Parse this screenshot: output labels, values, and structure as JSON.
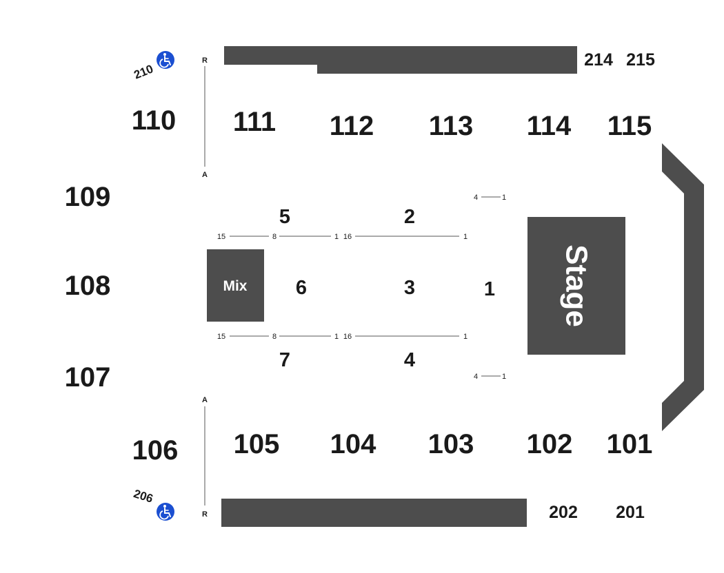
{
  "stage": {
    "label": "Stage"
  },
  "mix": {
    "label": "Mix"
  },
  "sections_lower": {
    "s101": "101",
    "s102": "102",
    "s103": "103",
    "s104": "104",
    "s105": "105",
    "s106": "106",
    "s107": "107",
    "s108": "108",
    "s109": "109",
    "s110": "110",
    "s111": "111",
    "s112": "112",
    "s113": "113",
    "s114": "114",
    "s115": "115"
  },
  "sections_upper": {
    "s201": "201",
    "s202": "202",
    "s206": "206",
    "s210": "210",
    "s214": "214",
    "s215": "215"
  },
  "floor_sections": {
    "f1": "1",
    "f2": "2",
    "f3": "3",
    "f4": "4",
    "f5": "5",
    "f6": "6",
    "f7": "7"
  },
  "seat_numbers": {
    "n15": "15",
    "n8": "8",
    "n1": "1",
    "n16": "16",
    "n4": "4"
  },
  "rows": {
    "first": "A",
    "last": "R"
  },
  "icons": {
    "accessible": "wheelchair-icon"
  },
  "colors": {
    "block": "#4d4d4d",
    "accessible": "#1b4fd1",
    "text": "#1a1a1a"
  }
}
